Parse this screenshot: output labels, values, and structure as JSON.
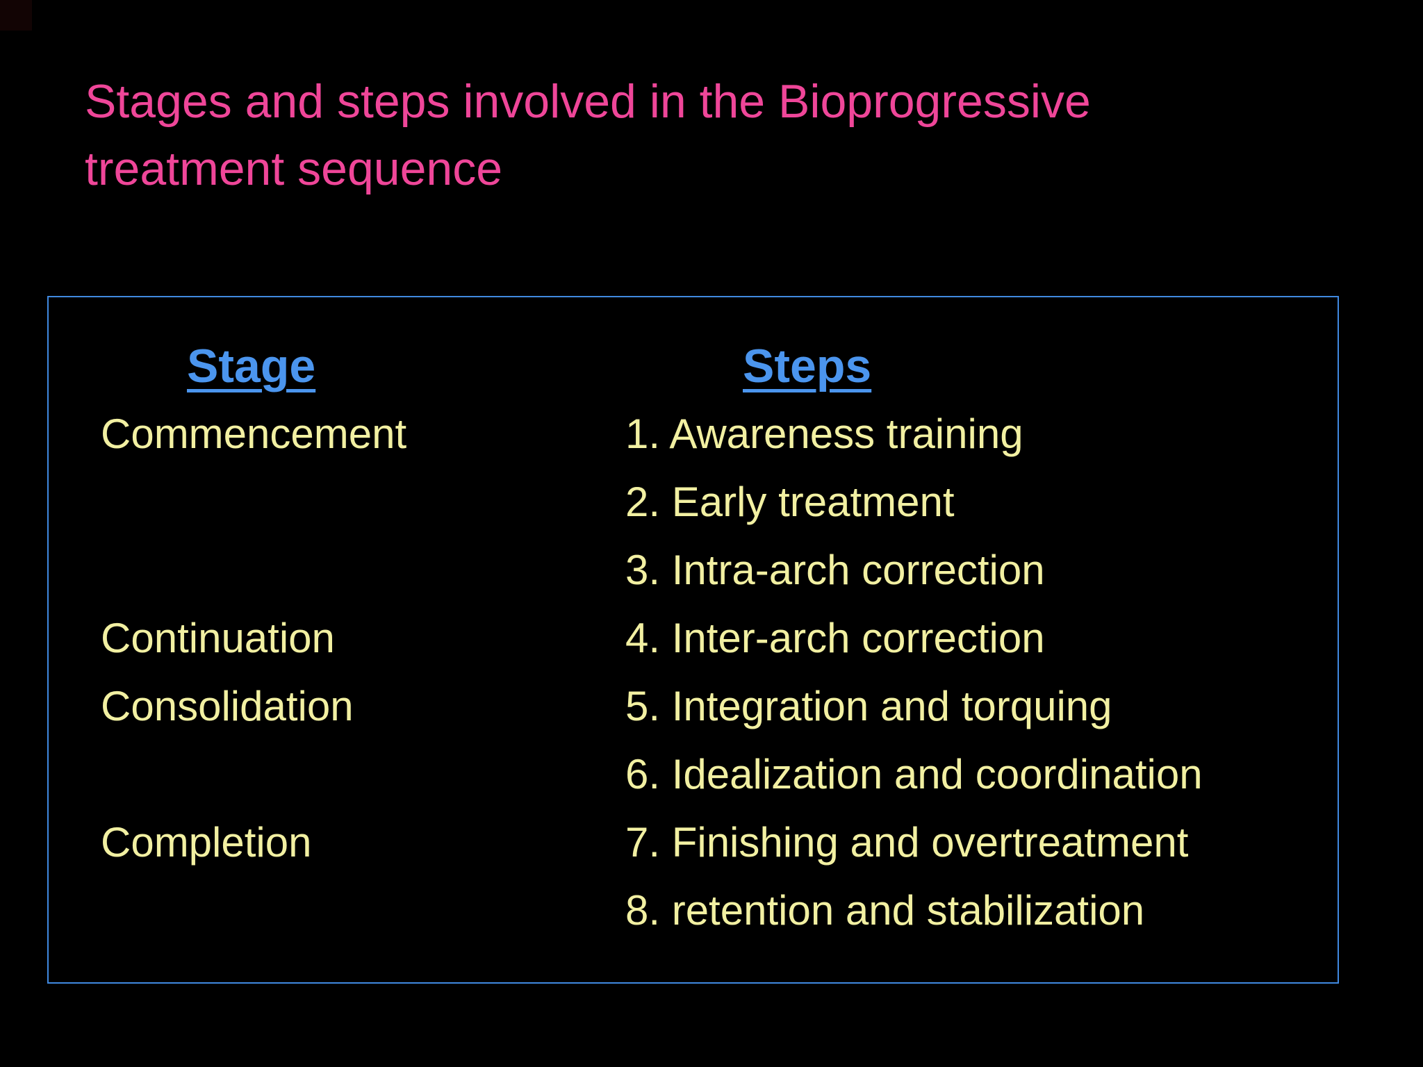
{
  "slide": {
    "title_line1": "Stages and steps involved in the Bioprogressive",
    "title_line2": "treatment sequence",
    "colors": {
      "background": "#000000",
      "title_pink": "#ef4699",
      "header_blue": "#4b95ee",
      "body_yellow": "#f2f0a2",
      "box_border_blue": "#4089e0"
    }
  },
  "table": {
    "headers": {
      "stage": "Stage",
      "steps": "Steps"
    },
    "rows": [
      {
        "stage": "Commencement",
        "step": "1. Awareness training"
      },
      {
        "stage": "",
        "step": "2. Early treatment"
      },
      {
        "stage": "",
        "step": "3. Intra-arch correction"
      },
      {
        "stage": "Continuation",
        "step": "4. Inter-arch correction"
      },
      {
        "stage": "Consolidation",
        "step": "5. Integration and torquing"
      },
      {
        "stage": "",
        "step": "6. Idealization and coordination"
      },
      {
        "stage": "Completion",
        "step": "7. Finishing and overtreatment"
      },
      {
        "stage": "",
        "step": "8. retention and stabilization"
      }
    ]
  }
}
